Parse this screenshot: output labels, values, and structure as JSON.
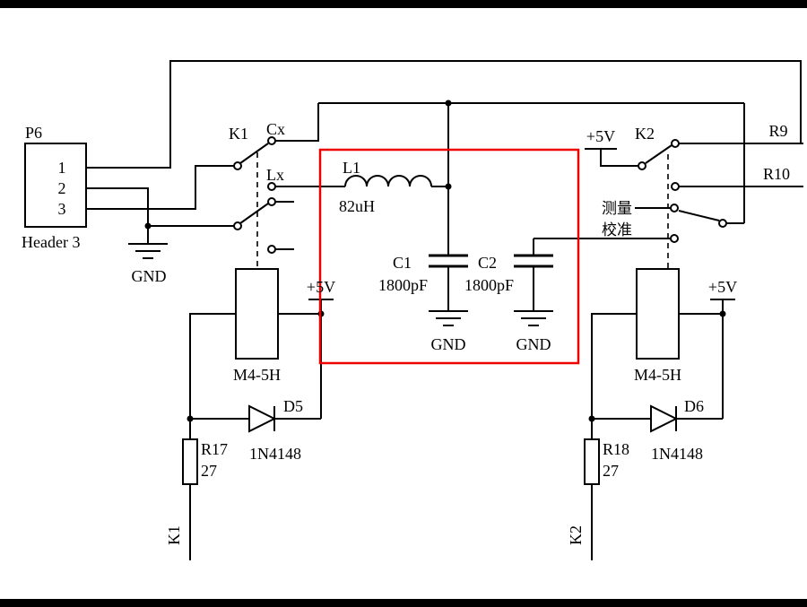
{
  "schematic": {
    "highlight_color": "#ee0000",
    "wire_color": "#000000",
    "connector": {
      "ref": "P6",
      "type": "Header 3",
      "pins": [
        "1",
        "2",
        "3"
      ]
    },
    "switch_k1": {
      "ref": "K1",
      "throw_cx": "Cx",
      "throw_lx": "Lx"
    },
    "switch_k2": {
      "ref": "K2",
      "mode_measure": "测量",
      "mode_calibrate": "校准"
    },
    "tank": {
      "inductor_ref": "L1",
      "inductor_value": "82uH",
      "cap1_ref": "C1",
      "cap1_value": "1800pF",
      "cap2_ref": "C2",
      "cap2_value": "1800pF"
    },
    "grounds": {
      "left": "GND",
      "c1": "GND",
      "c2": "GND"
    },
    "power": {
      "v5_k2": "+5V",
      "v5_left": "+5V",
      "v5_right": "+5V"
    },
    "right_resistors": {
      "r9": "R9",
      "r10": "R10"
    },
    "relay_left": {
      "coil": "M4-5H",
      "diode_ref": "D5",
      "diode_value": "1N4148",
      "res_ref": "R17",
      "res_value": "27",
      "signal": "K1"
    },
    "relay_right": {
      "coil": "M4-5H",
      "diode_ref": "D6",
      "diode_value": "1N4148",
      "res_ref": "R18",
      "res_value": "27",
      "signal": "K2"
    }
  }
}
